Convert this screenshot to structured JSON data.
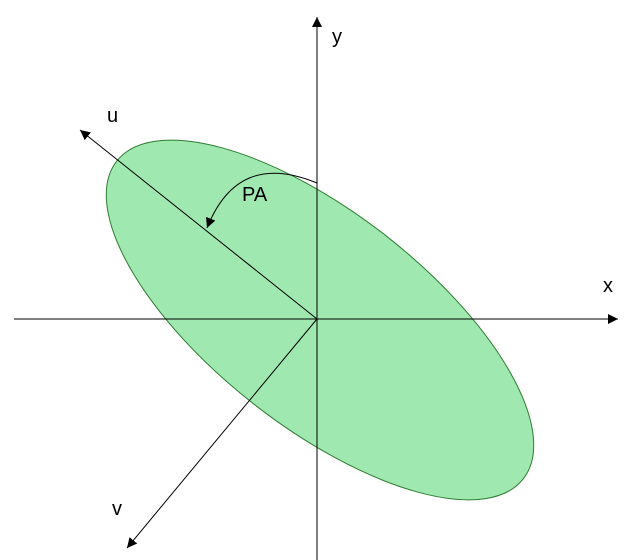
{
  "labels": {
    "x_axis": "x",
    "y_axis": "y",
    "u_axis": "u",
    "v_axis": "v",
    "angle": "PA"
  },
  "colors": {
    "ellipse_fill": "#9fe8b0",
    "ellipse_stroke": "#2e7d32",
    "axis_stroke": "#000000",
    "background": "#ffffff"
  },
  "arrow_style": "filled-triangle"
}
